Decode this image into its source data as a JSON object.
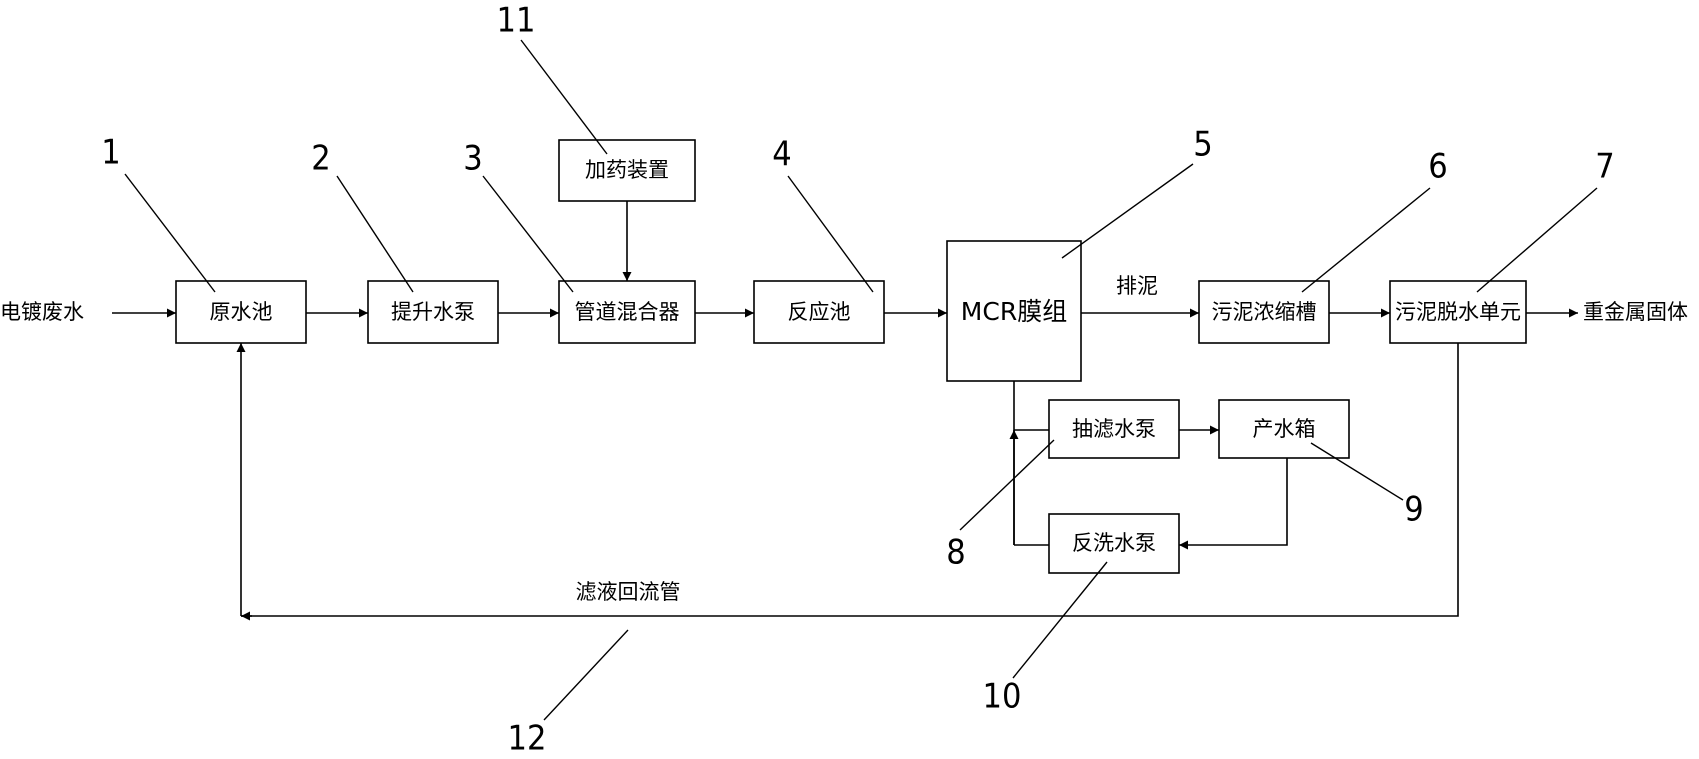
{
  "labels": {
    "input": "电镀废水",
    "output": "重金属固体",
    "sludge": "排泥",
    "filtrate": "滤液回流管"
  },
  "boxes": {
    "raw_tank": "原水池",
    "lift_pump": "提升水泵",
    "mixer": "管道混合器",
    "dosing": "加药装置",
    "reaction": "反应池",
    "mcr": "MCR膜组",
    "thickener": "污泥浓缩槽",
    "dewater": "污泥脱水单元",
    "suction_pump": "抽滤水泵",
    "product_tank": "产水箱",
    "backwash_pump": "反洗水泵"
  },
  "numbers": {
    "n1": "1",
    "n2": "2",
    "n3": "3",
    "n4": "4",
    "n5": "5",
    "n6": "6",
    "n7": "7",
    "n8": "8",
    "n9": "9",
    "n10": "10",
    "n11": "11",
    "n12": "12"
  }
}
